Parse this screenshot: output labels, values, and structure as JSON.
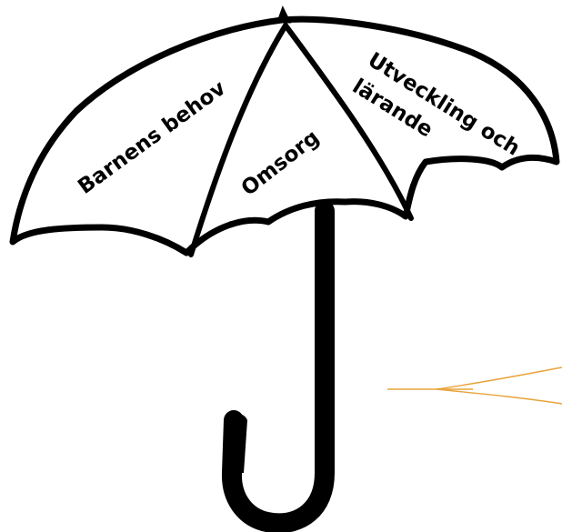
{
  "diagram": {
    "panels": [
      {
        "id": "left",
        "label": "Barnens behov"
      },
      {
        "id": "middle",
        "label": "Omsorg"
      },
      {
        "id": "right",
        "label_line1": "Utveckling och",
        "label_line2": "lärande"
      }
    ]
  },
  "colors": {
    "outline": "#000000",
    "canopy_fill": "#ffffff",
    "handle": "#000000",
    "accent_lines": "#e8a33a"
  }
}
